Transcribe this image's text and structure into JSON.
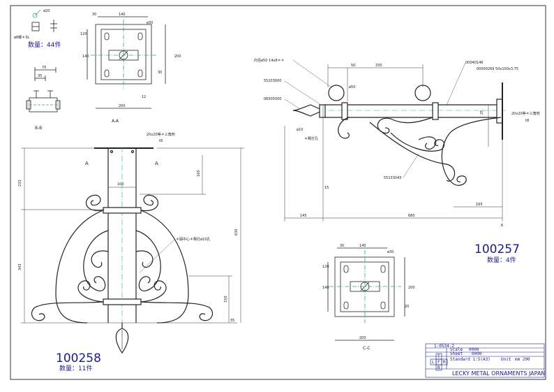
{
  "parts": {
    "left": {
      "part_number": "100258",
      "quantity": "数量：11件"
    },
    "right": {
      "part_number": "100257",
      "quantity": "数量：4件"
    },
    "small": {
      "quantity": "数量：44件",
      "bolt": "ø8螺＊3L"
    }
  },
  "labels": {
    "section_aa": "A-A",
    "section_bb": "B-B",
    "section_cc": "C-C",
    "plate_note_left": "20x20等＊三角剤",
    "plate_note_left_t": "t8",
    "plate_note_right": "20x20等＊三角剤",
    "plate_note_right_t": "t8",
    "center_hole": "＊図中心＊释打ø10孔",
    "inner_diameter": "内径ø50 14x8＊＊",
    "phi50": "ø50",
    "phi10": "ø10",
    "phi30": "ø30",
    "phi30b": "ø30",
    "drill": "＊释打孔",
    "code1": "55203000",
    "code2": "06505000",
    "code3": "00040146",
    "code4": "00000269 50x100x3.75",
    "code5": "55133043"
  },
  "dimensions": {
    "top_small_20": "ø20",
    "aa_140": "140",
    "aa_30": "30",
    "aa_200w": "200",
    "aa_200h": "200",
    "aa_140v": "140",
    "aa_120": "120",
    "aa_12": "12",
    "aa_30b": "30",
    "bb_70": "70",
    "bb_35": "35",
    "left_233": "233",
    "left_343": "343",
    "left_630": "630",
    "left_165": "165",
    "left_100": "100",
    "left_150": "150",
    "left_35": "35",
    "right_50": "50",
    "right_330": "330",
    "right_145": "145",
    "right_680": "680",
    "right_165": "165",
    "right_15": "15",
    "right_25": "25",
    "right_6": "6",
    "cc_140": "140",
    "cc_30": "30",
    "cc_200w": "200",
    "cc_200h": "200",
    "cc_140v": "140",
    "cc_120": "120",
    "cc_20": "20"
  },
  "title_block": {
    "drawing_no": "1-0534-2",
    "field1_label": "Scale",
    "field1_value": "0000",
    "field2_label": "Sheet",
    "field2_value": "0000",
    "field3": "Standard 1:5(A3)",
    "field4_label": "Unit",
    "field4_value": "mm 200",
    "company": "LECKY METAL ORNAMENTS JAPAN",
    "view_t": "T",
    "view_l": "L",
    "view_f": "F",
    "view_r": "R",
    "view_b": "B"
  }
}
